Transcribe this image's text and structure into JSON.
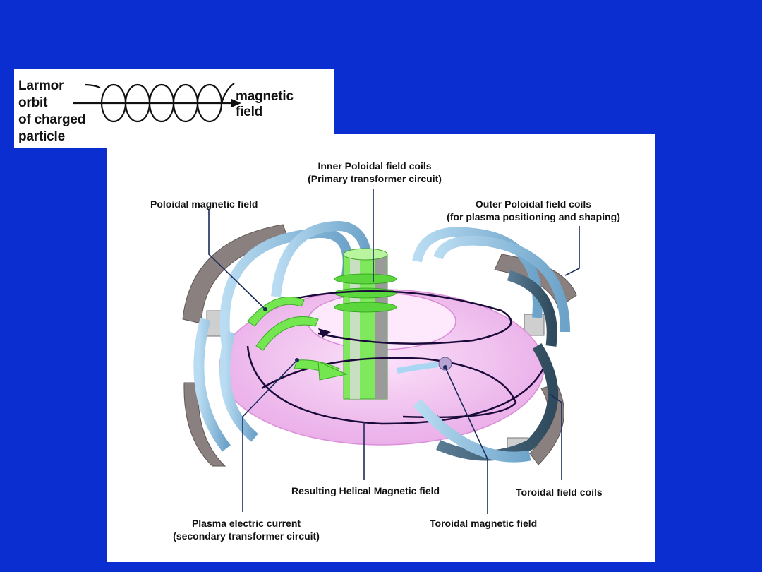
{
  "larmor": {
    "line1": "Larmor",
    "line2": "orbit",
    "line3": "of charged",
    "line4": "particle",
    "field_line1": "magnetic",
    "field_line2": "field"
  },
  "tokamak": {
    "inner_poloidal_coils": {
      "line1": "Inner Poloidal field coils",
      "line2": "(Primary transformer circuit)"
    },
    "poloidal_magnetic_field": "Poloidal magnetic field",
    "outer_poloidal_coils": {
      "line1": "Outer Poloidal field coils",
      "line2": "(for plasma positioning and shaping)"
    },
    "resulting_helical_field": "Resulting Helical Magnetic field",
    "toroidal_field_coils": "Toroidal field coils",
    "plasma_electric_current": {
      "line1": "Plasma electric current",
      "line2": "(secondary transformer circuit)"
    },
    "toroidal_magnetic_field": "Toroidal magnetic field"
  },
  "colors": {
    "background": "#0a2ed0",
    "toroidal_coil": "#8fc3e6",
    "toroidal_coil_dark": "#3f5f75",
    "outer_coil": "#8a8080",
    "inner_coil": "#66e34a",
    "plasma": "#f0b8ef",
    "field_line": "#1a0a3a"
  }
}
